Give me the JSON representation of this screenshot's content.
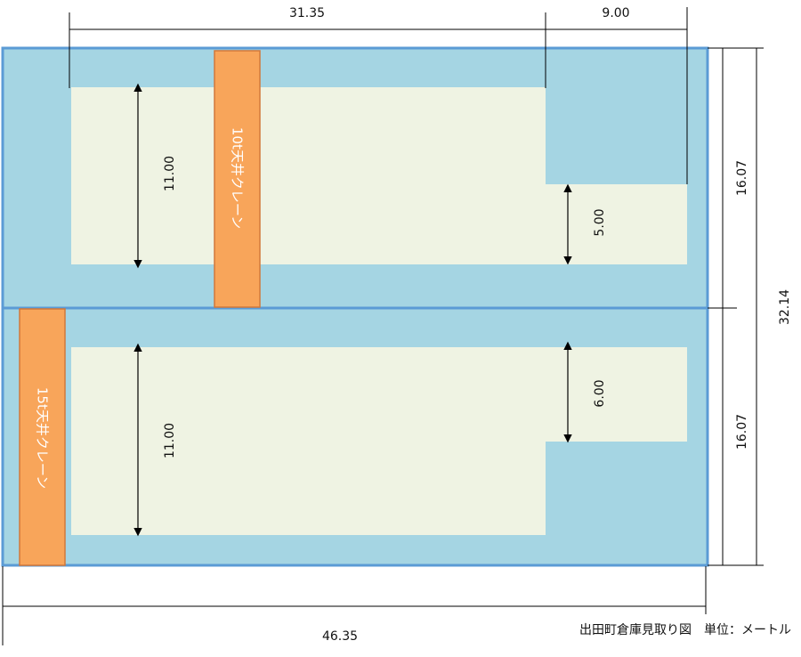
{
  "colors": {
    "bay_fill": "#a5d5e3",
    "bay_border": "#5b9bd5",
    "floor_fill": "#eff3e3",
    "crane_fill": "#f8a55a",
    "crane_border": "#d2783a",
    "line": "#000000"
  },
  "dimensions": {
    "top_left_width": "31.35",
    "top_right_width": "9.00",
    "total_width": "46.35",
    "upper_bay_depth": "16.07",
    "lower_bay_depth": "16.07",
    "total_depth": "32.14",
    "upper_floor_height": "11.00",
    "upper_notch_height": "5.00",
    "lower_floor_height": "11.00",
    "lower_notch_height": "6.00"
  },
  "cranes": {
    "upper_label": "10t天井クレーン",
    "lower_label": "15t天井クレーン"
  },
  "caption": "出田町倉庫見取り図　単位：メートル"
}
